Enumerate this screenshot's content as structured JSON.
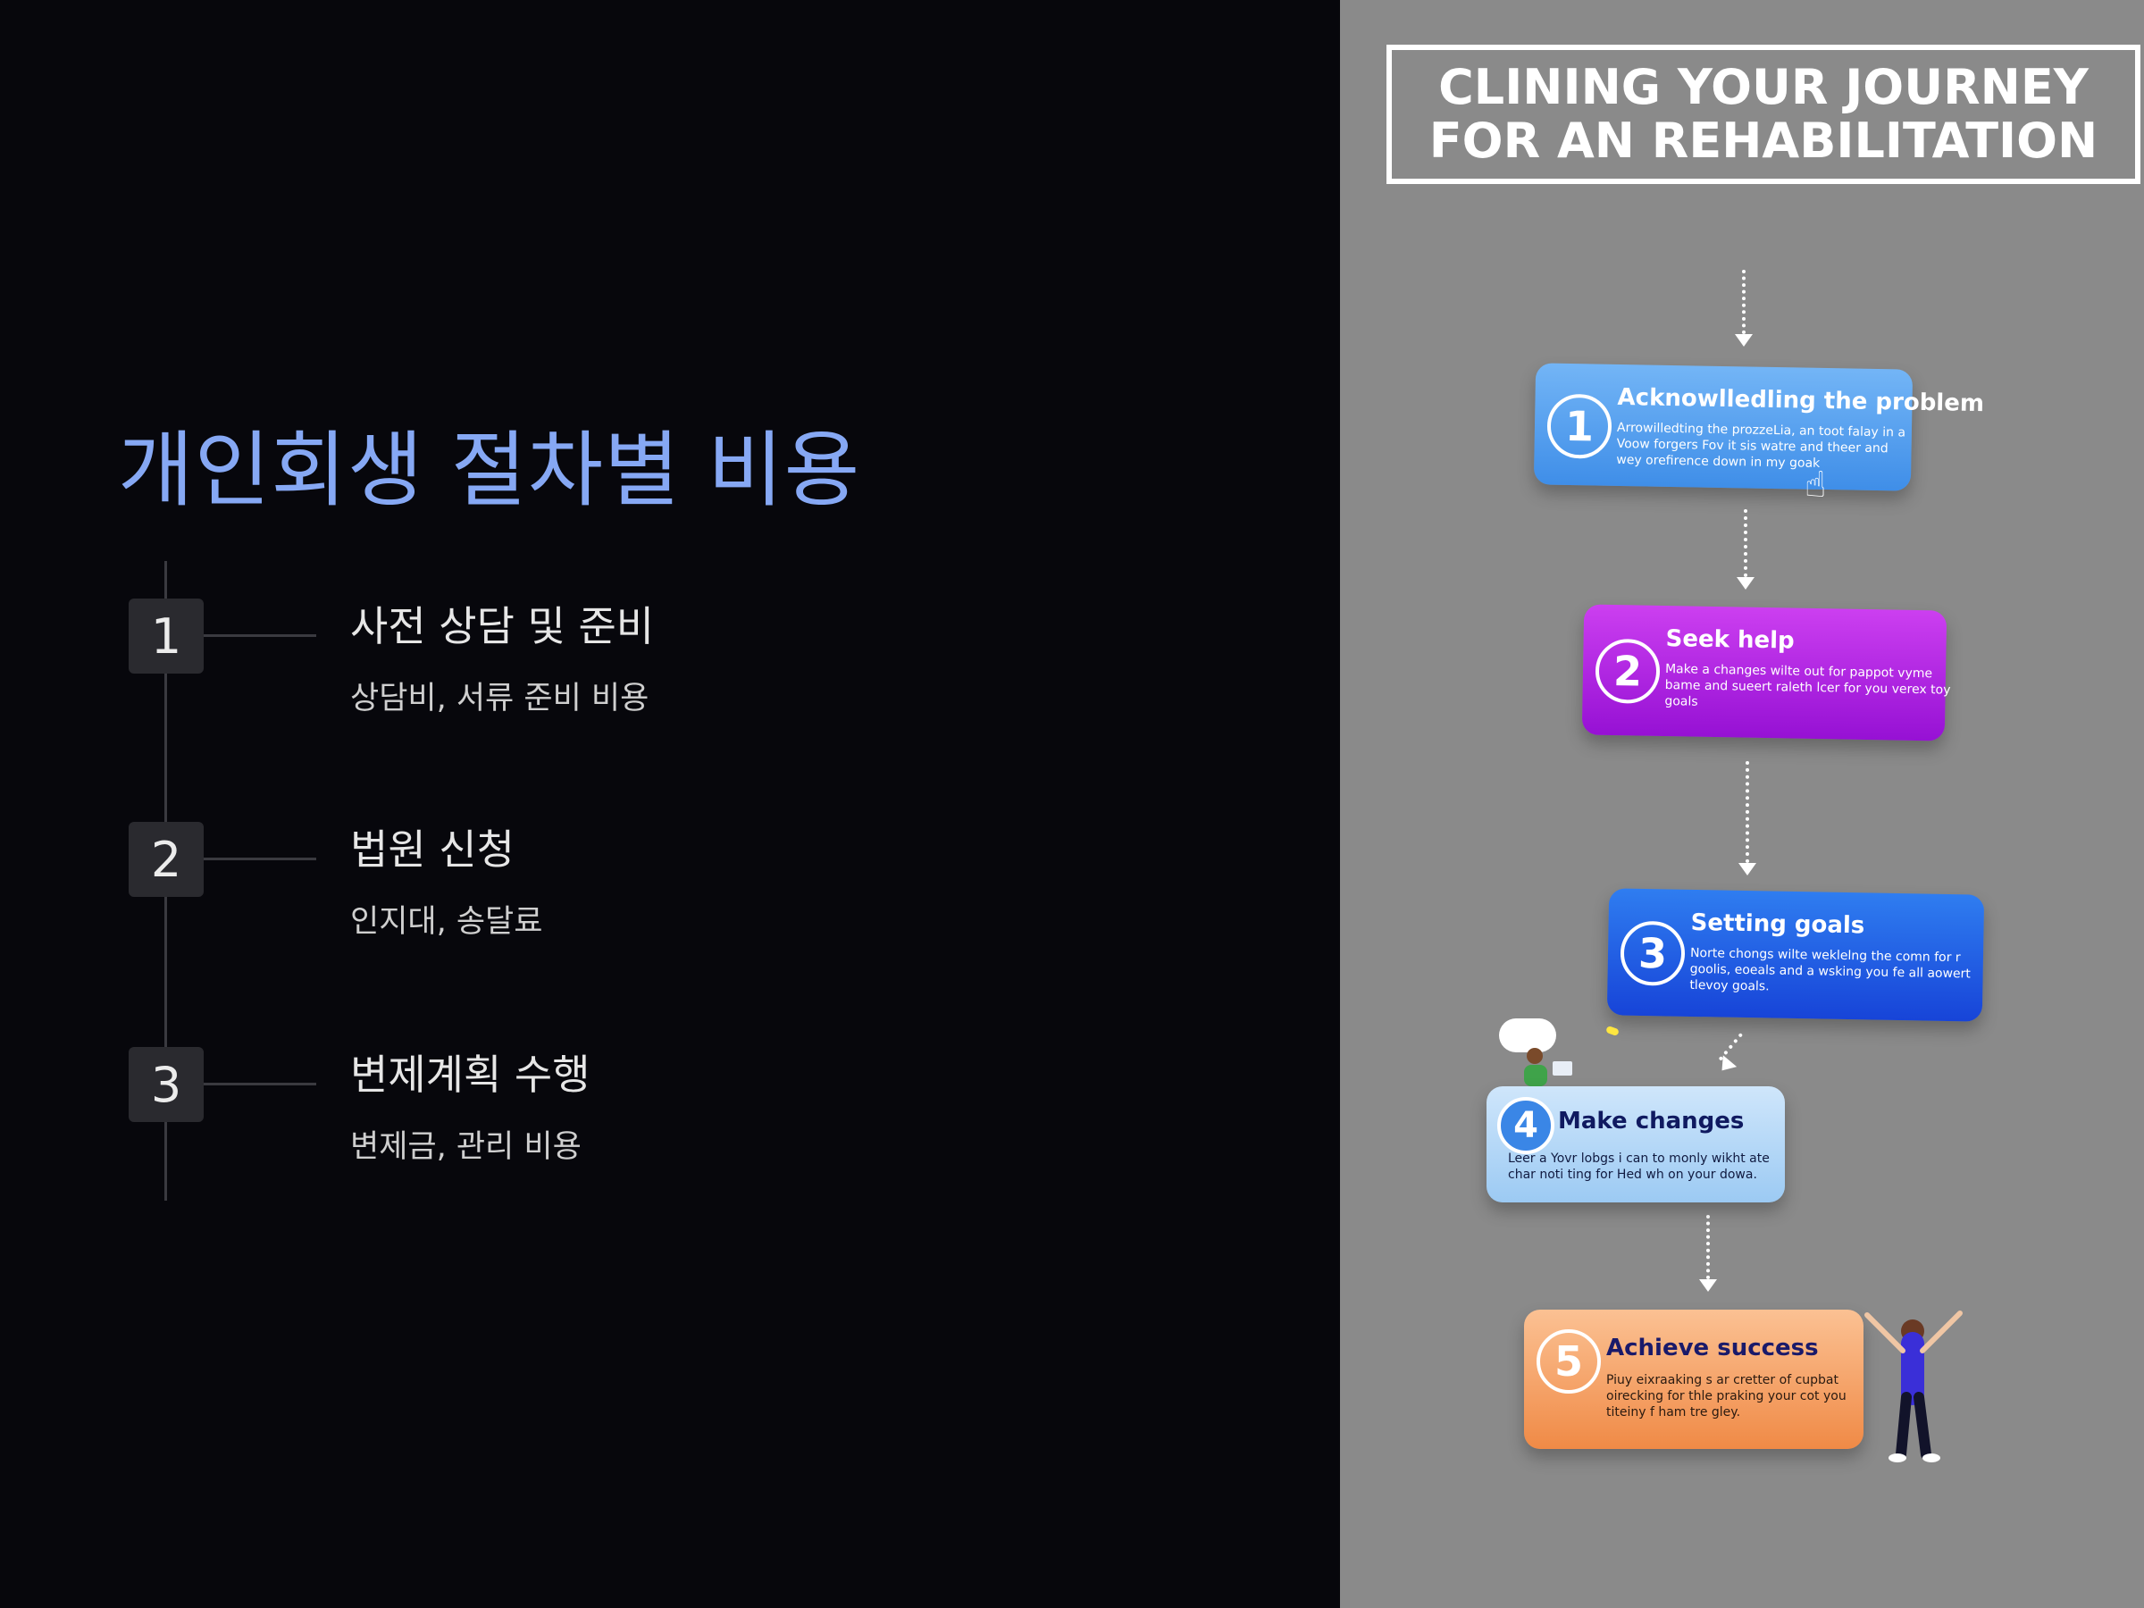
{
  "left_panel": {
    "title": "개인회생 절차별 비용",
    "steps": [
      {
        "number": "1",
        "heading": "사전 상담 및 준비",
        "description": "상담비, 서류 준비 비용"
      },
      {
        "number": "2",
        "heading": "법원 신청",
        "description": "인지대, 송달료"
      },
      {
        "number": "3",
        "heading": "변제계획 수행",
        "description": "변제금, 관리 비용"
      }
    ]
  },
  "right_panel": {
    "banner": {
      "line1": "CLINING YOUR JOURNEY",
      "line2": "FOR AN REHABILITATION"
    },
    "cards": [
      {
        "number": "1",
        "heading": "Acknowlledling the problem",
        "body": "Arrowilledting the prozzeLia, an toot falay in a Voow forgers Fov it sis watre and theer and wey orefirence down in my goak",
        "color": "#4f9cef"
      },
      {
        "number": "2",
        "heading": "Seek help",
        "body": "Make a changes wilte out for pappot vyme bame and sueert raleth lcer for you verex toy goals",
        "color": "#b12ae0"
      },
      {
        "number": "3",
        "heading": "Setting goals",
        "body": "Norte chongs wilte weklelng the comn for r goolis, eoeals and a wsking you fe all aowert tlevoy goals.",
        "color": "#2561e6"
      },
      {
        "number": "4",
        "heading": "Make changes",
        "body": "Leer a Yovr lobgs i can to monly wikht ate char noti ting for Hed wh on your dowa.",
        "color": "#b6d9f7"
      },
      {
        "number": "5",
        "heading": "Achieve success",
        "body": "Piuy eixraaking s ar cretter of cupbat oirecking for thle praking your cot you titeiny f ham tre gley.",
        "color": "#f5a36a"
      }
    ]
  },
  "colors": {
    "background": "#07070c",
    "title": "#86a8f4",
    "right_panel_bg": "#8a8a8a"
  }
}
